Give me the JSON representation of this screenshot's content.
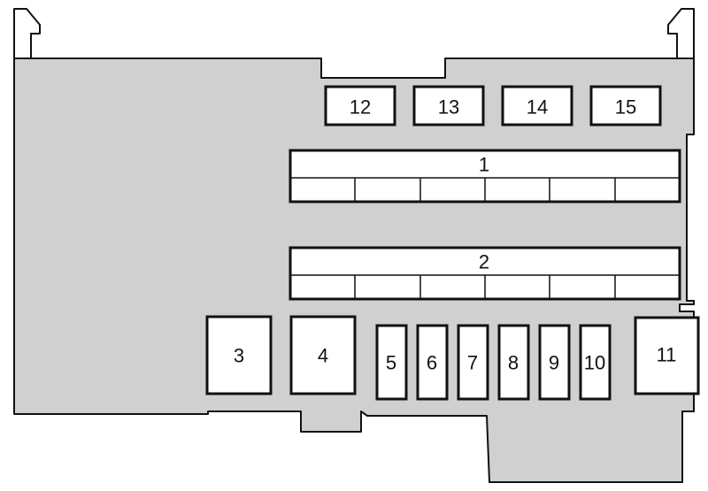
{
  "fuse_box": {
    "top_row": [
      {
        "id": "12",
        "label": "12"
      },
      {
        "id": "13",
        "label": "13"
      },
      {
        "id": "14",
        "label": "14"
      },
      {
        "id": "15",
        "label": "15"
      }
    ],
    "strips": [
      {
        "id": "1",
        "label": "1",
        "segments": 6
      },
      {
        "id": "2",
        "label": "2",
        "segments": 6
      }
    ],
    "bottom_row": [
      {
        "id": "3",
        "label": "3"
      },
      {
        "id": "4",
        "label": "4"
      },
      {
        "id": "5",
        "label": "5"
      },
      {
        "id": "6",
        "label": "6"
      },
      {
        "id": "7",
        "label": "7"
      },
      {
        "id": "8",
        "label": "8"
      },
      {
        "id": "9",
        "label": "9"
      },
      {
        "id": "10",
        "label": "10"
      },
      {
        "id": "11",
        "label": "11"
      }
    ]
  }
}
